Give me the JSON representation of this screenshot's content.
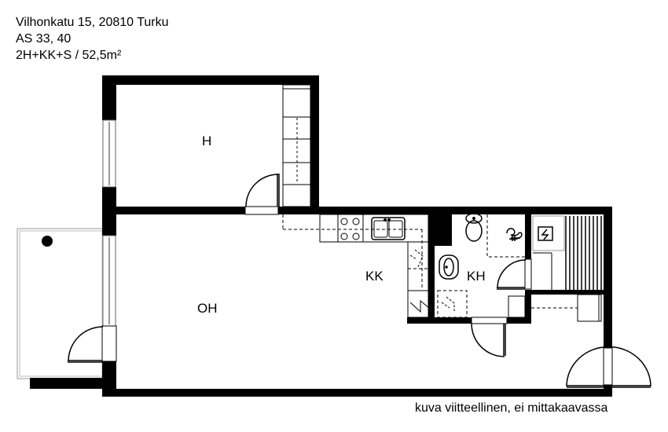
{
  "header": {
    "address": "Vilhonkatu 15, 20810 Turku",
    "apartment": "AS 33, 40",
    "layout": "2H+KK+S / 52,5m²"
  },
  "rooms": {
    "bedroom": "H",
    "living_room": "OH",
    "kitchen": "KK",
    "bathroom": "KH"
  },
  "footer": {
    "disclaimer": "kuva viitteellinen, ei mittakaavassa"
  },
  "colors": {
    "wall": "#000000",
    "background": "#ffffff",
    "window": "#9a9a9a"
  }
}
